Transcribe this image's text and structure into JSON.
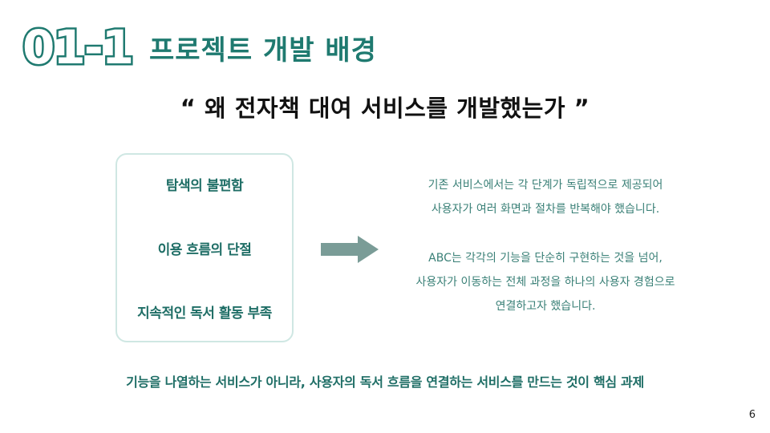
{
  "header": {
    "section_number": "01-1",
    "title": "프로젝트 개발 배경"
  },
  "subtitle": "“ 왜 전자책 대여 서비스를 개발했는가 ”",
  "problems": [
    "탐색의 불편함",
    "이용 흐름의 단절",
    "지속적인 독서 활동 부족"
  ],
  "description": {
    "lines_1": [
      "기존 서비스에서는 각 단계가 독립적으로 제공되어",
      "사용자가 여러 화면과 절차를 반복해야 했습니다."
    ],
    "lines_2": [
      "ABC는 각각의 기능을 단순히 구현하는 것을 넘어,",
      "사용자가 이동하는 전체 과정을 하나의 사용자 경험으로",
      "연결하고자 했습니다."
    ]
  },
  "conclusion": "기능을 나열하는 서비스가 아니라, 사용자의 독서 흐름을 연결하는 서비스를 만드는 것이 핵심 과제",
  "page_number": "6",
  "colors": {
    "accent": "#1f7a70",
    "box_border": "#cfe7e3",
    "arrow": "#7a9c97",
    "desc_text": "#3a8077"
  },
  "icons": {
    "arrow": "right-arrow-icon"
  }
}
